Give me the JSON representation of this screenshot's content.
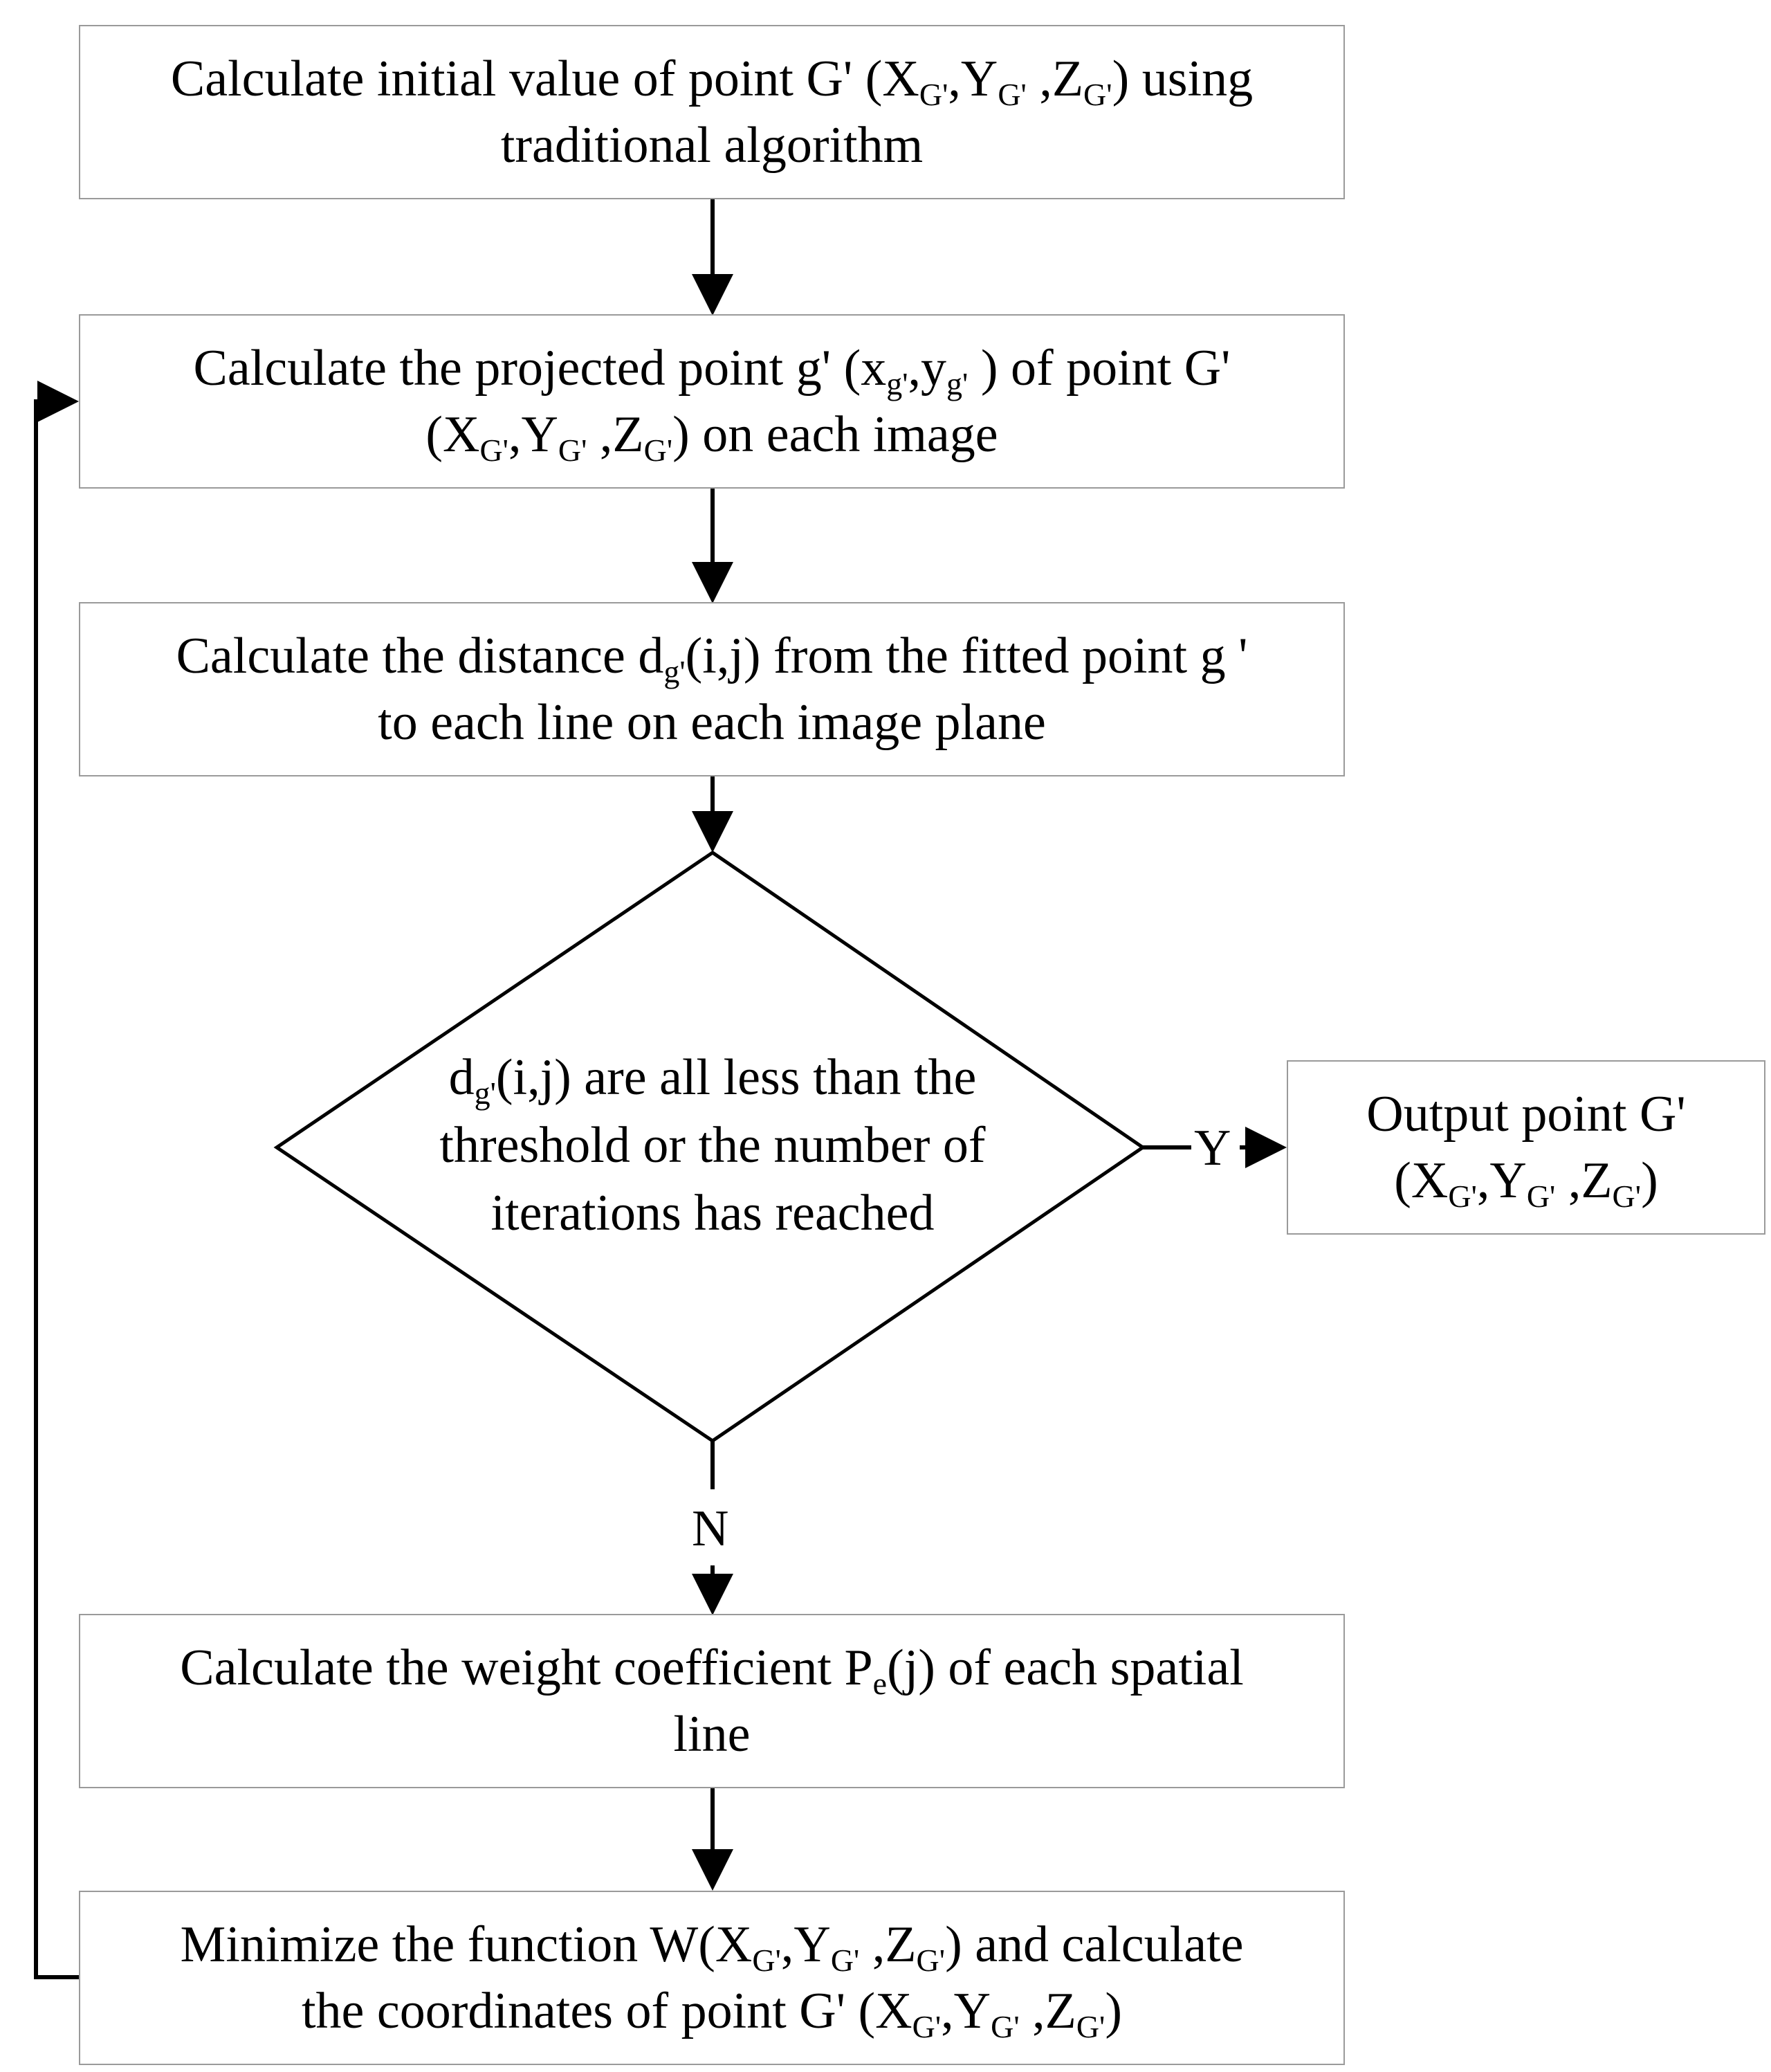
{
  "boxes": {
    "init": {
      "l1_a": "Calculate initial value of point G' (X",
      "l1_s1": "G'",
      "l1_b": ",Y",
      "l1_s2": "G'",
      "l1_c": " ,Z",
      "l1_s3": "G'",
      "l1_d": ") using",
      "l2": "traditional algorithm"
    },
    "project": {
      "l1_a": "Calculate the projected point g' (x",
      "l1_s1": "g'",
      "l1_b": ",y",
      "l1_s2": "g'",
      "l1_c": " ) of point G'",
      "l2_a": "(X",
      "l2_s1": "G'",
      "l2_b": ",Y",
      "l2_s2": "G'",
      "l2_c": " ,Z",
      "l2_s3": "G'",
      "l2_d": ") on each image"
    },
    "distance": {
      "l1_a": "Calculate the distance d",
      "l1_s1": "g'",
      "l1_b": "(i,j) from the fitted point g '",
      "l2": "to each line on each image plane"
    },
    "decision": {
      "l1_a": "d",
      "l1_s1": "g'",
      "l1_b": "(i,j) are all less than the",
      "l2": "threshold or the number of",
      "l3": "iterations has reached"
    },
    "output": {
      "l1": "Output point G'",
      "l2_a": "(X",
      "l2_s1": "G'",
      "l2_b": ",Y",
      "l2_s2": "G'",
      "l2_c": " ,Z",
      "l2_s3": "G'",
      "l2_d": ")"
    },
    "weight": {
      "l1_a": "Calculate the weight coefficient P",
      "l1_s1": "e",
      "l1_b": "(j) of each spatial",
      "l2": "line"
    },
    "minimize": {
      "l1_a": "Minimize the function W(X",
      "l1_s1": "G'",
      "l1_b": ",Y",
      "l1_s2": "G'",
      "l1_c": " ,Z",
      "l1_s3": "G'",
      "l1_d": ") and calculate",
      "l2_a": "the coordinates of point G' (X",
      "l2_s1": "G'",
      "l2_b": ",Y",
      "l2_s2": "G'",
      "l2_c": " ,Z",
      "l2_s3": "G'",
      "l2_d": ")"
    }
  },
  "labels": {
    "yes": "Y",
    "no": "N"
  }
}
